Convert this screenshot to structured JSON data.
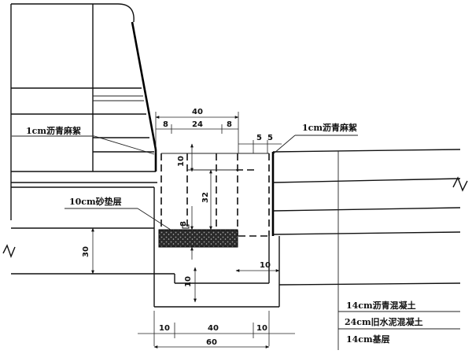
{
  "labels": {
    "asphalt_hemp_left": "1cm沥青麻絮",
    "asphalt_hemp_right": "1cm沥青麻絮",
    "sand_cushion": "10cm砂垫层"
  },
  "legend": [
    "14cm沥青混凝土",
    "24cm旧水泥混凝土",
    "14cm基层"
  ],
  "dimensions": {
    "top_total": "40",
    "top_left": "8",
    "top_mid": "24",
    "top_right": "8",
    "gap_a": "5",
    "gap_b": "5",
    "cap_depth": "10",
    "inner_depth": "32",
    "sand_depth": "8",
    "left_depth": "30",
    "step_width": "10",
    "bottom_step": "10",
    "bottom_left": "10",
    "bottom_mid": "40",
    "bottom_right": "10",
    "bottom_total": "60"
  }
}
